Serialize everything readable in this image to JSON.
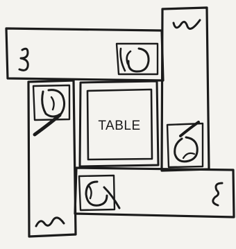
{
  "diagram": {
    "table_label": "TABLE",
    "colors": {
      "paper": "#f4f3ef",
      "ink": "#1b1b1b"
    },
    "benches": [
      {
        "id": "bench-top",
        "orientation": "horizontal",
        "seated_figure": true
      },
      {
        "id": "bench-right",
        "orientation": "vertical",
        "seated_figure": true
      },
      {
        "id": "bench-bottom",
        "orientation": "horizontal",
        "seated_figure": true
      },
      {
        "id": "bench-left",
        "orientation": "vertical",
        "seated_figure": true
      }
    ],
    "icons": [
      "person-seated-icon",
      "squiggle-mark-icon"
    ]
  }
}
